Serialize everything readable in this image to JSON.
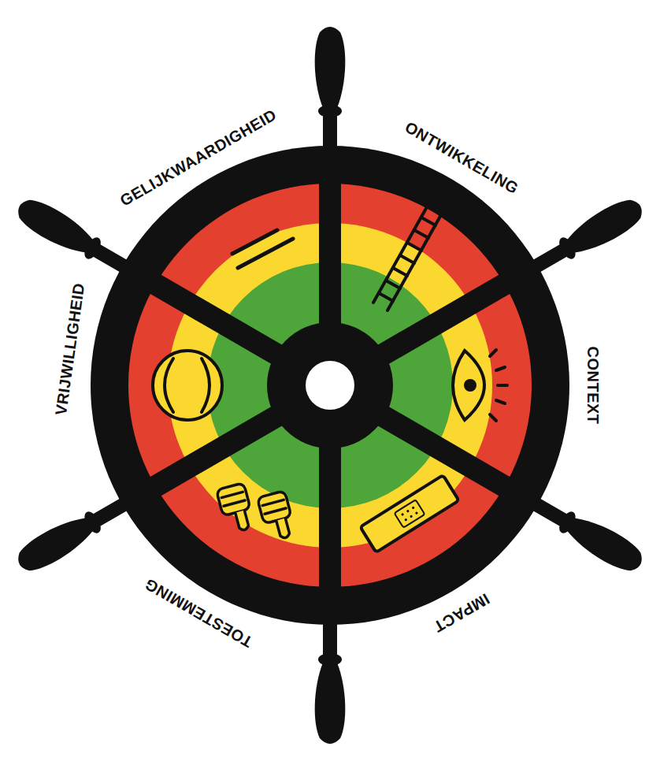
{
  "diagram": {
    "labels": [
      "GELIJKWAARDIGHEID",
      "ONTWIKKELING",
      "CONTEXT",
      "IMPACT",
      "TOESTEMMING",
      "VRIJWILLIGHEID"
    ]
  }
}
